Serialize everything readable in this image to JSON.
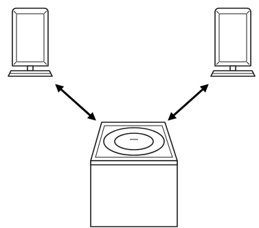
{
  "diagram": {
    "description_visible_text": "",
    "elements": [
      "left-speaker",
      "right-speaker",
      "central-hub",
      "left-double-arrow",
      "right-double-arrow"
    ],
    "colors": {
      "stroke": "#1a1a1a",
      "arrow": "#000000",
      "background": "#ffffff"
    }
  }
}
